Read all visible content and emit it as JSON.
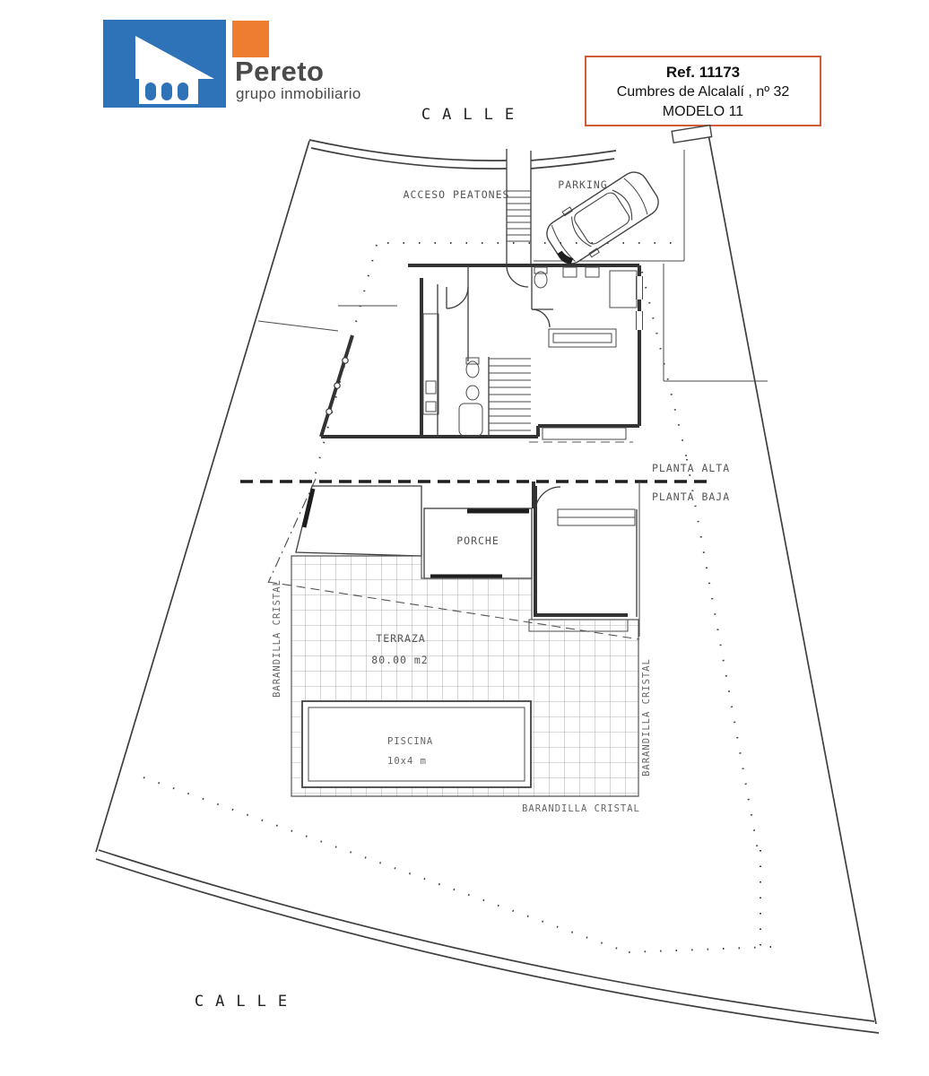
{
  "header": {
    "logo": {
      "brand": "Pereto",
      "tagline": "grupo inmobiliario",
      "blue": "#2e73b8",
      "orange": "#ef7d2f",
      "icon": "house-logo-icon"
    },
    "ref_box": {
      "ref": "Ref. 11173",
      "address": "Cumbres de Alcalalí , nº 32",
      "model": "MODELO 11",
      "border_color": "#cf5b38"
    }
  },
  "plan": {
    "street_top": "CALLE",
    "street_bottom": "CALLE",
    "labels": {
      "acceso": "ACCESO PEATONES",
      "parking": "PARKING",
      "planta_alta": "PLANTA ALTA",
      "planta_baja": "PLANTA BAJA",
      "porche": "PORCHE",
      "terraza": "TERRAZA",
      "terraza_area": "80.00 m2",
      "piscina": "PISCINA",
      "piscina_size": "10x4 m",
      "barandilla_left": "BARANDILLA CRISTAL",
      "barandilla_right": "BARANDILLA CRISTAL",
      "barandilla_bottom": "BARANDILLA CRISTAL"
    },
    "icons": [
      "car-icon"
    ]
  }
}
